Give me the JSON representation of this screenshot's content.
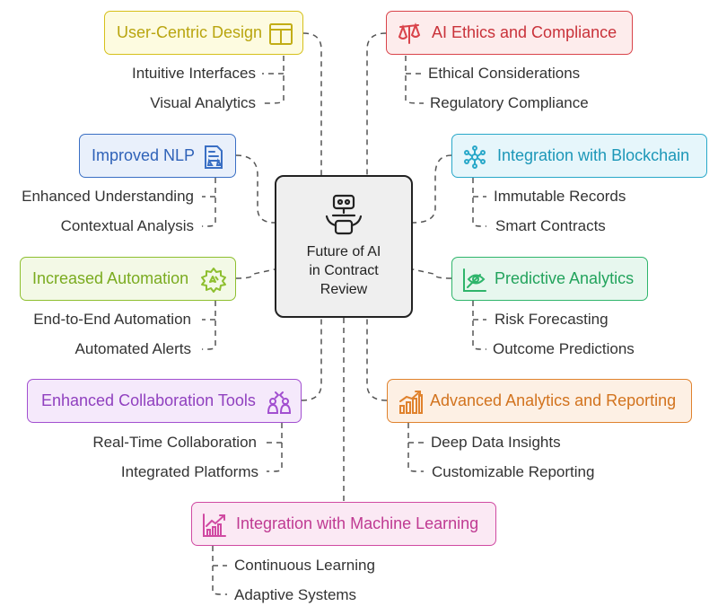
{
  "center": {
    "title_lines": [
      "Future of AI",
      "in Contract",
      "Review"
    ],
    "icon": "robot-icon"
  },
  "nodes": [
    {
      "id": "ucd",
      "label": "User-Centric Design",
      "icon": "layout-icon",
      "border": "#d6c01a",
      "fill": "#fdfbe0",
      "text": "#b9a50f",
      "items": [
        "Intuitive Interfaces",
        "Visual Analytics"
      ]
    },
    {
      "id": "eth",
      "label": "AI Ethics and Compliance",
      "icon": "scales-icon",
      "border": "#d9434a",
      "fill": "#fdecec",
      "text": "#c9323a",
      "items": [
        "Ethical Considerations",
        "Regulatory Compliance"
      ]
    },
    {
      "id": "nlp",
      "label": "Improved NLP",
      "icon": "document-scale-icon",
      "border": "#3a6fc4",
      "fill": "#e9f0fb",
      "text": "#2f62b8",
      "items": [
        "Enhanced Understanding",
        "Contextual Analysis"
      ]
    },
    {
      "id": "blk",
      "label": "Integration with Blockchain",
      "icon": "network-icon",
      "border": "#29a8c9",
      "fill": "#e6f6fb",
      "text": "#1c97b8",
      "items": [
        "Immutable Records",
        "Smart Contracts"
      ]
    },
    {
      "id": "aut",
      "label": "Increased Automation",
      "icon": "gear-icon",
      "border": "#8ebf2f",
      "fill": "#f3f9e6",
      "text": "#7aab1f",
      "items": [
        "End-to-End Automation",
        "Automated Alerts"
      ]
    },
    {
      "id": "pre",
      "label": "Predictive Analytics",
      "icon": "eye-chart-icon",
      "border": "#2fb56b",
      "fill": "#e7f7ee",
      "text": "#22a35c",
      "items": [
        "Risk Forecasting",
        "Outcome Predictions"
      ]
    },
    {
      "id": "col",
      "label": "Enhanced Collaboration Tools",
      "icon": "people-icon",
      "border": "#a24fd0",
      "fill": "#f5e9fb",
      "text": "#9040bf",
      "items": [
        "Real-Time Collaboration",
        "Integrated Platforms"
      ]
    },
    {
      "id": "ana",
      "label": "Advanced Analytics and Reporting",
      "icon": "bar-chart-icon",
      "border": "#e0822d",
      "fill": "#fdf0e4",
      "text": "#d2731e",
      "items": [
        "Deep Data Insights",
        "Customizable Reporting"
      ]
    },
    {
      "id": "ml",
      "label": "Integration with Machine Learning",
      "icon": "trend-chart-icon",
      "border": "#d04aa2",
      "fill": "#fbe9f4",
      "text": "#bf3a92",
      "items": [
        "Continuous Learning",
        "Adaptive Systems"
      ]
    }
  ]
}
